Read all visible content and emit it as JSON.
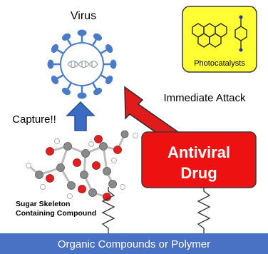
{
  "labels": {
    "virus": "Virus",
    "photocatalysts": "Photocatalysts",
    "immediate_attack": "Immediate Attack",
    "capture": "Capture!!",
    "antiviral_drug_line1": "Antiviral",
    "antiviral_drug_line2": "Drug",
    "sugar_line1": "Sugar Skeleton",
    "sugar_line2": "Containing Compound",
    "base_bar": "Organic Compounds or Polymer"
  },
  "colors": {
    "virus_blue": "#4a7bc8",
    "drug_red": "#ee1111",
    "arrow_red": "#e01b1b",
    "arrow_blue": "#3a6cc4",
    "photo_yellow": "#ffff33",
    "bar_blue": "#4a72c4",
    "carbon_gray": "#8a8a8a",
    "oxygen_red": "#e02020"
  },
  "icons": [
    "virus-icon",
    "dna-icon",
    "photocatalyst-molecule-icon",
    "sugar-molecule-icon",
    "spring-linker-icon"
  ]
}
